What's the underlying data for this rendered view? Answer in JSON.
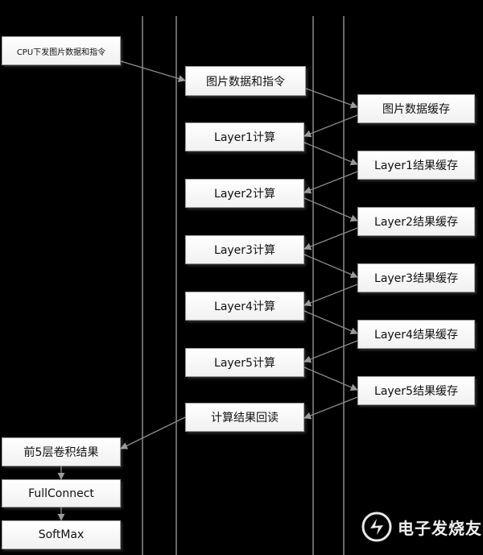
{
  "nodes": {
    "cpu": "CPU下发图片数据和指令",
    "img_cmd": "图片数据和指令",
    "img_cache": "图片数据缓存",
    "l1_calc": "Layer1计算",
    "l1_cache": "Layer1结果缓存",
    "l2_calc": "Layer2计算",
    "l2_cache": "Layer2结果缓存",
    "l3_calc": "Layer3计算",
    "l3_cache": "Layer3结果缓存",
    "l4_calc": "Layer4计算",
    "l4_cache": "Layer4结果缓存",
    "l5_calc": "Layer5计算",
    "l5_cache": "Layer5结果缓存",
    "readback": "计算结果回读",
    "conv_result": "前5层卷积结果",
    "fullconnect": "FullConnect",
    "softmax": "SoftMax"
  },
  "watermark": {
    "text": "电子发烧友",
    "icon": "electron-logo-icon"
  },
  "colors": {
    "background": "#000000",
    "lane_line": "#9a9a9a",
    "arrow": "#8c8c8c",
    "box_fill": "#ffffff"
  }
}
